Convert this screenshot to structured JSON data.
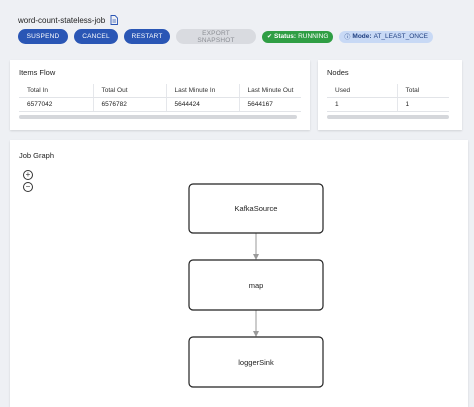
{
  "header": {
    "job_name": "word-count-stateless-job",
    "buttons": {
      "suspend": "SUSPEND",
      "cancel": "CANCEL",
      "restart": "RESTART",
      "export_snapshot": "EXPORT SNAPSHOT"
    },
    "status": {
      "label": "Status:",
      "value": "RUNNING",
      "color": "#2f9e44"
    },
    "mode": {
      "label": "Mode:",
      "value": "AT_LEAST_ONCE"
    },
    "accent_color": "#2a56b5"
  },
  "items_flow": {
    "title": "Items Flow",
    "columns": [
      "Total In",
      "Total Out",
      "Last Minute In",
      "Last Minute Out"
    ],
    "row": [
      "6577042",
      "6576782",
      "5644424",
      "5644167"
    ]
  },
  "nodes": {
    "title": "Nodes",
    "columns": [
      "Used",
      "Total"
    ],
    "row": [
      "1",
      "1"
    ]
  },
  "job_graph": {
    "title": "Job Graph",
    "zoom_in": "+",
    "zoom_out": "−",
    "vertices": [
      "KafkaSource",
      "map",
      "loggerSink"
    ]
  }
}
